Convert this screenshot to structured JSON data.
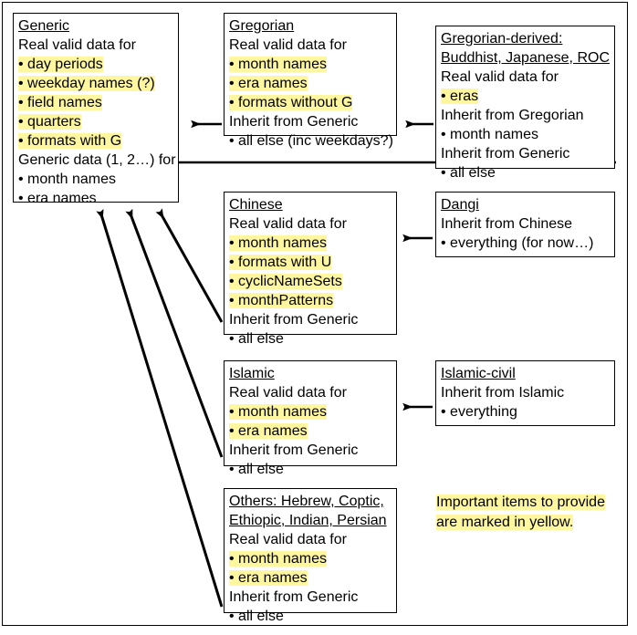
{
  "diagram": {
    "title": "Calendar data inheritance",
    "colors": {
      "highlight": "#fff79f",
      "stroke": "#000000",
      "background": "#ffffff"
    },
    "boxes": [
      {
        "id": "generic",
        "name": "generic-box",
        "heading": [
          "Generic"
        ],
        "lines": [
          {
            "text": "Real valid data for",
            "highlight": false
          },
          {
            "text": "• day periods",
            "highlight": true
          },
          {
            "text": "• weekday names (?)",
            "highlight": true
          },
          {
            "text": "• field names",
            "highlight": true
          },
          {
            "text": "• quarters",
            "highlight": true
          },
          {
            "text": "• formats with G",
            "highlight": true
          },
          {
            "text": "Generic data (1, 2…) for",
            "highlight": false
          },
          {
            "text": "• month names",
            "highlight": false
          },
          {
            "text": "• era names",
            "highlight": false
          }
        ]
      },
      {
        "id": "gregorian",
        "name": "gregorian-box",
        "heading": [
          "Gregorian"
        ],
        "lines": [
          {
            "text": "Real valid data for",
            "highlight": false
          },
          {
            "text": "• month names",
            "highlight": true
          },
          {
            "text": "• era names",
            "highlight": true
          },
          {
            "text": "• formats without G",
            "highlight": true
          },
          {
            "text": "Inherit from Generic",
            "highlight": false
          },
          {
            "text": "• all else (inc weekdays?)",
            "highlight": false
          }
        ]
      },
      {
        "id": "gregorian-derived",
        "name": "gregorian-derived-box",
        "heading": [
          "Gregorian-derived:",
          "Buddhist, Japanese, ROC"
        ],
        "lines": [
          {
            "text": "Real valid data for",
            "highlight": false
          },
          {
            "text": "• eras",
            "highlight": true
          },
          {
            "text": "Inherit from Gregorian",
            "highlight": false
          },
          {
            "text": "• month names",
            "highlight": false
          },
          {
            "text": "Inherit from Generic",
            "highlight": false
          },
          {
            "text": "• all else",
            "highlight": false
          }
        ]
      },
      {
        "id": "chinese",
        "name": "chinese-box",
        "heading": [
          "Chinese"
        ],
        "lines": [
          {
            "text": "Real valid data for",
            "highlight": false
          },
          {
            "text": "• month names",
            "highlight": true
          },
          {
            "text": "• formats with U",
            "highlight": true
          },
          {
            "text": "• cyclicNameSets",
            "highlight": true
          },
          {
            "text": "• monthPatterns",
            "highlight": true
          },
          {
            "text": "Inherit from Generic",
            "highlight": false
          },
          {
            "text": "• all else",
            "highlight": false
          }
        ]
      },
      {
        "id": "dangi",
        "name": "dangi-box",
        "heading": [
          "Dangi"
        ],
        "lines": [
          {
            "text": "Inherit from Chinese",
            "highlight": false
          },
          {
            "text": "• everything (for now…)",
            "highlight": false
          }
        ]
      },
      {
        "id": "islamic",
        "name": "islamic-box",
        "heading": [
          "Islamic"
        ],
        "lines": [
          {
            "text": "Real valid data for",
            "highlight": false
          },
          {
            "text": "• month names",
            "highlight": true
          },
          {
            "text": "• era names",
            "highlight": true
          },
          {
            "text": "Inherit from Generic",
            "highlight": false
          },
          {
            "text": "• all else",
            "highlight": false
          }
        ]
      },
      {
        "id": "islamic-civil",
        "name": "islamic-civil-box",
        "heading": [
          "Islamic-civil"
        ],
        "lines": [
          {
            "text": "Inherit from Islamic",
            "highlight": false
          },
          {
            "text": "• everything",
            "highlight": false
          }
        ]
      },
      {
        "id": "others",
        "name": "others-box",
        "heading": [
          "Others: Hebrew, Coptic,",
          "Ethiopic, Indian, Persian"
        ],
        "lines": [
          {
            "text": "Real valid data for",
            "highlight": false
          },
          {
            "text": "• month names",
            "highlight": true
          },
          {
            "text": "• era names",
            "highlight": true
          },
          {
            "text": "Inherit from Generic",
            "highlight": false
          },
          {
            "text": "• all else",
            "highlight": false
          }
        ]
      }
    ],
    "legend": {
      "id": "legend",
      "name": "legend-note",
      "lines": [
        {
          "text": "Important items to provide",
          "highlight": true
        },
        {
          "text": "are marked in yellow.",
          "highlight": true
        }
      ]
    },
    "arrows": [
      {
        "id": "gregorian-to-generic",
        "from": "gregorian",
        "to": "generic"
      },
      {
        "id": "gregorian-derived-to-gregorian",
        "from": "gregorian-derived",
        "to": "gregorian"
      },
      {
        "id": "gregorian-derived-to-generic",
        "from": "gregorian-derived",
        "to": "generic"
      },
      {
        "id": "dangi-to-chinese",
        "from": "dangi",
        "to": "chinese"
      },
      {
        "id": "islamic-civil-to-islamic",
        "from": "islamic-civil",
        "to": "islamic"
      },
      {
        "id": "chinese-to-generic",
        "from": "chinese",
        "to": "generic"
      },
      {
        "id": "islamic-to-generic",
        "from": "islamic",
        "to": "generic"
      },
      {
        "id": "others-to-generic",
        "from": "others",
        "to": "generic"
      }
    ]
  }
}
